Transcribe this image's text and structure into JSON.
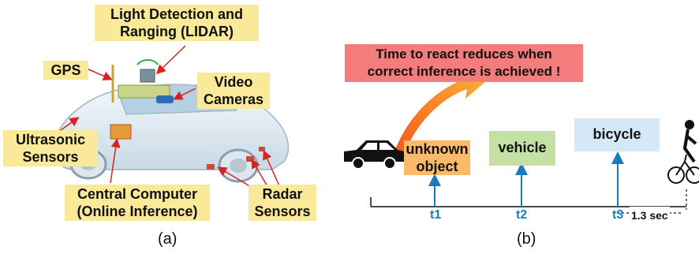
{
  "panel_a": {
    "lidar": "Light Detection and\nRanging (LIDAR)",
    "gps": "GPS",
    "video": "Video\nCameras",
    "ultrasonic": "Ultrasonic\nSensors",
    "central": "Central Computer\n(Online Inference)",
    "radar": "Radar\nSensors",
    "caption": "(a)"
  },
  "panel_b": {
    "callout": "Time to react reduces when\ncorrect inference is achieved !",
    "unknown": "unknown\nobject",
    "vehicle": "vehicle",
    "bicycle": "bicycle",
    "t1": "t1",
    "t2": "t2",
    "t3": "t3",
    "interval": "1.3 sec",
    "caption": "(b)"
  },
  "colors": {
    "yellow_label": "#fbe99a",
    "callout_red": "#f47c7c",
    "orange_box": "#fbb96a",
    "green_box": "#c5e0a5",
    "blue_box": "#d4e8f8",
    "arrow_blue": "#1b7bbf"
  }
}
